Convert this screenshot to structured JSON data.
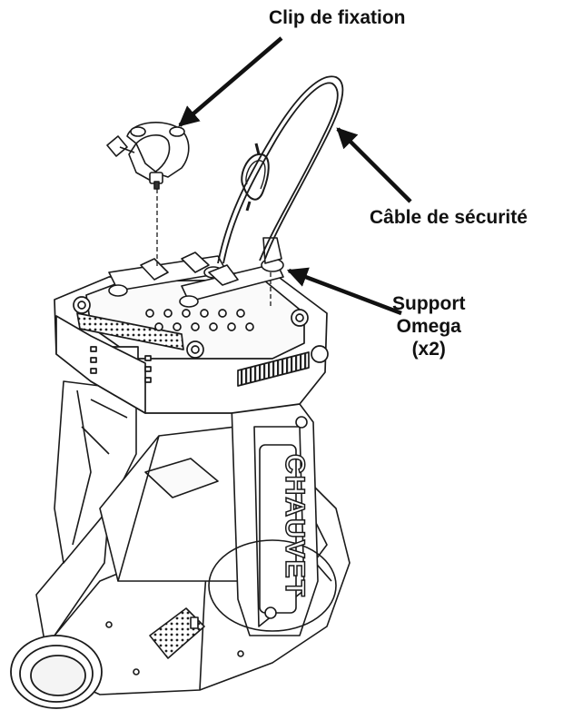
{
  "labels": {
    "clip": "Clip de fixation",
    "cable": "Câble de sécurité",
    "support_line1": "Support",
    "support_line2": "Omega",
    "support_line3": "(x2)"
  },
  "brand_text": "CHAUVET",
  "colors": {
    "line": "#1a1a1a",
    "fill": "#ffffff",
    "shade": "#e6e6e6",
    "dark": "#555555"
  }
}
